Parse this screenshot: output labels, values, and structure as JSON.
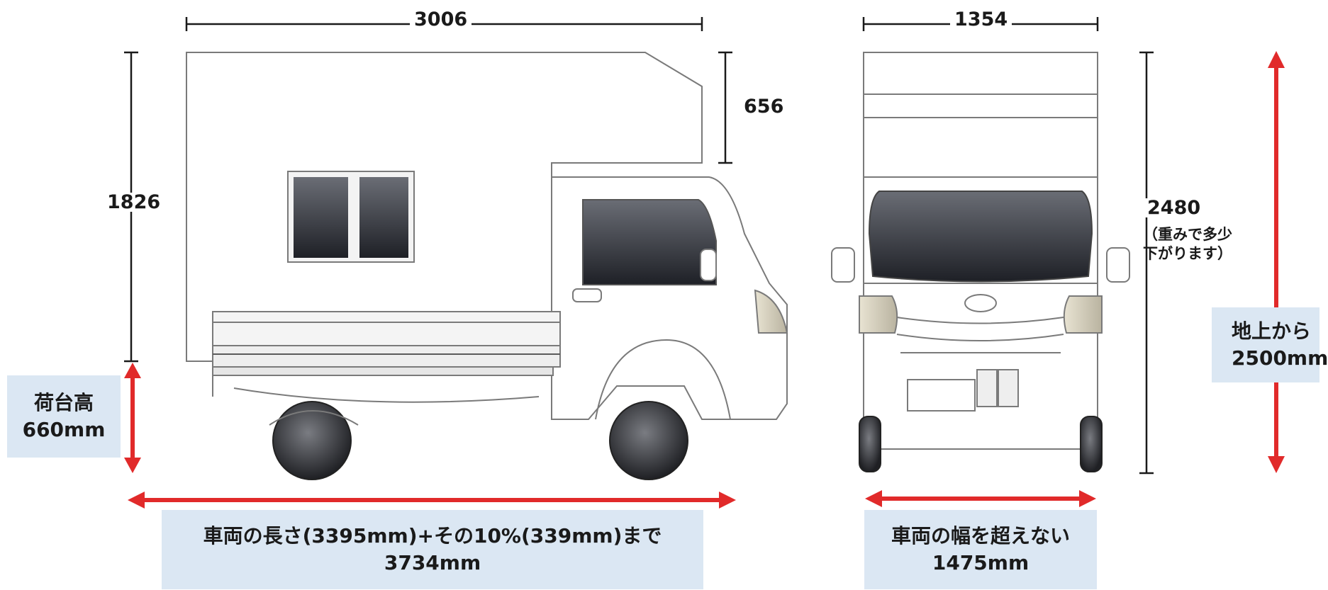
{
  "side_view": {
    "top_width": "3006",
    "overcab_height": "656",
    "body_height": "1826"
  },
  "front_view": {
    "top_width": "1354",
    "height_value": "2480",
    "height_note_line1": "（重みで多少",
    "height_note_line2": "下がります）"
  },
  "annotations": {
    "bed_height": {
      "line1": "荷台高",
      "line2": "660mm"
    },
    "ground_height": {
      "line1": "地上から",
      "line2": "2500mm"
    },
    "length_limit": {
      "line1": "車両の長さ(3395mm)+その10%(339mm)まで",
      "line2": "3734mm"
    },
    "width_limit": {
      "line1": "車両の幅を超えない",
      "line2": "1475mm"
    }
  },
  "colors": {
    "accent_red": "#e12a2a",
    "box_fill": "#dbe7f3",
    "window_dark": "#2b2d33"
  }
}
